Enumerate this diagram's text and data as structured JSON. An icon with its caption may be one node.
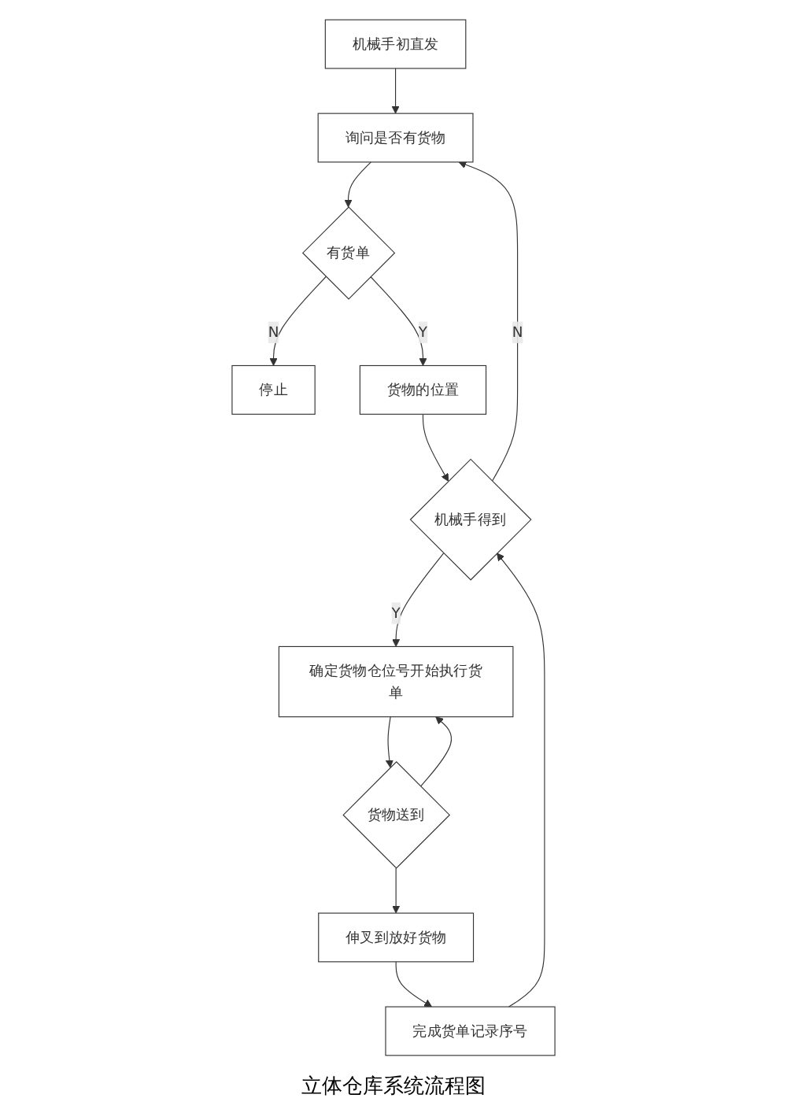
{
  "diagram": {
    "caption": "立体仓库系统流程图",
    "nodes": [
      {
        "text": [
          "机械手初直发"
        ]
      },
      {
        "text": [
          "询问是否有货物"
        ]
      },
      {
        "text": [
          "有货单"
        ]
      },
      {
        "text": [
          "停止"
        ]
      },
      {
        "text": [
          "货物的位置"
        ]
      },
      {
        "text": [
          "机械手得到"
        ]
      },
      {
        "text": [
          "确定货物仓位号开始执行货单"
        ]
      },
      {
        "text": [
          "货物送到"
        ]
      },
      {
        "text": [
          "伸叉到放好货物"
        ]
      },
      {
        "text": [
          "完成货单记录序号"
        ]
      }
    ],
    "edges": [
      {
        "from": 0,
        "to": 1,
        "arrow": "to"
      },
      {
        "from": 1,
        "to": 2,
        "arrow": "to"
      },
      {
        "from": 2,
        "to": 3,
        "label": "N",
        "arrow": "to"
      },
      {
        "from": 2,
        "to": 4,
        "label": "Y",
        "arrow": "to"
      },
      {
        "from": 4,
        "to": 5,
        "arrow": "to"
      },
      {
        "from": 5,
        "to": 1,
        "label": "N",
        "arrow": "to"
      },
      {
        "from": 5,
        "to": 6,
        "label": "Y",
        "arrow": "to"
      },
      {
        "from": 6,
        "to": 7,
        "arrow": "to"
      },
      {
        "from": 7,
        "to": 6,
        "arrow": "to"
      },
      {
        "from": 7,
        "to": 8,
        "arrow": "to"
      },
      {
        "from": 8,
        "to": 9,
        "arrow": "to"
      },
      {
        "from": 9,
        "to": 5,
        "arrow": "to"
      }
    ]
  }
}
